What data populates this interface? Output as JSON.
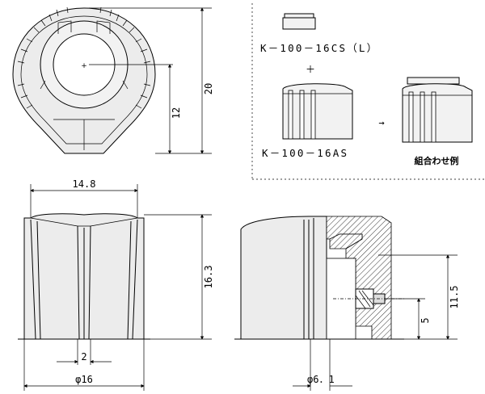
{
  "top_view": {
    "dim_height": "20",
    "dim_center": "12"
  },
  "parts": {
    "cap_label": "K－100－16CS（L）",
    "plus_sign": "＋",
    "knob_label": "K－100－16AS",
    "arrow": "→",
    "combined_label": "組合わせ例"
  },
  "front_view": {
    "dim_width": "14.8",
    "dim_height": "16.3",
    "dim_rib": "2",
    "dim_diameter": "φ16"
  },
  "section_view": {
    "dim_overall": "11.5",
    "dim_screw": "5",
    "dim_shaft": "φ6．1"
  }
}
